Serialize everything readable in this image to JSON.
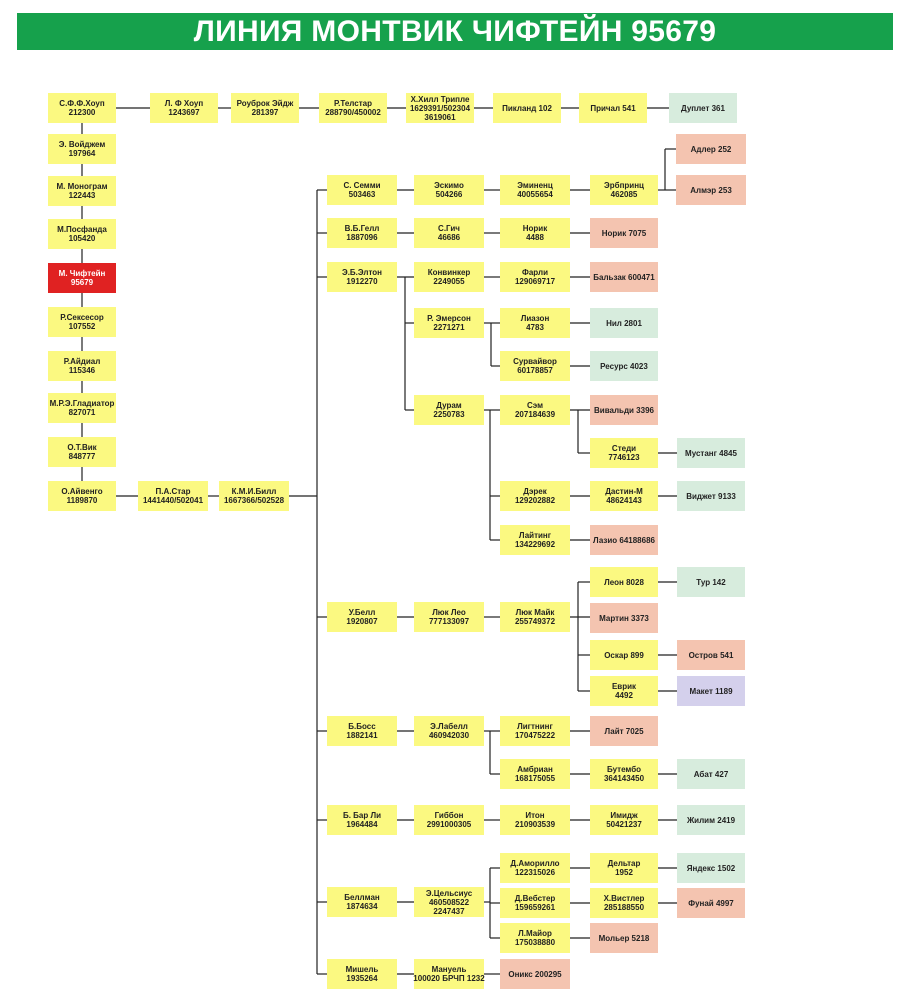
{
  "title": "ЛИНИЯ МОНТВИК ЧИФТЕЙН 95679",
  "colors": {
    "banner": "#16a14c",
    "yellow": "#fbf981",
    "red": "#e02222",
    "pink": "#f4c4b0",
    "mint": "#d7ecdd",
    "lavender": "#d4d0ec",
    "line": "#222222"
  },
  "nodes": {
    "n1": {
      "name": "С.Ф.Ф.Хоуп",
      "id": "212300"
    },
    "n2": {
      "name": "Л. Ф Хоуп",
      "id": "1243697"
    },
    "n3": {
      "name": "Роуброк Эйдж",
      "id": "281397"
    },
    "n4": {
      "name": "Р.Телстар",
      "id": "288790/450002"
    },
    "n5": {
      "name": "Х.Хилл Трипле",
      "id": "1629391/502304",
      "id2": "3619061"
    },
    "n6": {
      "name": "Пикланд 102"
    },
    "n7": {
      "name": "Причал 541"
    },
    "n8": {
      "name": "Дуплет 361"
    },
    "n9": {
      "name": "Э. Войджем",
      "id": "197964"
    },
    "n10": {
      "name": "М. Монограм",
      "id": "122443"
    },
    "n11": {
      "name": "М.Посфанда",
      "id": "105420"
    },
    "n12": {
      "name": "М. Чифтейн",
      "id": "95679"
    },
    "n13": {
      "name": "Р.Сексесор",
      "id": "107552"
    },
    "n14": {
      "name": "Р.Айдиал",
      "id": "115346"
    },
    "n15": {
      "name": "М.Р.Э.Гладиатор",
      "id": "827071"
    },
    "n16": {
      "name": "О.Т.Вик",
      "id": "848777"
    },
    "n17": {
      "name": "О.Айвенго",
      "id": "1189870"
    },
    "n18": {
      "name": "П.А.Стар",
      "id": "1441440/502041"
    },
    "n19": {
      "name": "К.М.И.Билл",
      "id": "1667366/502528"
    },
    "n20": {
      "name": "С. Семми",
      "id": "503463"
    },
    "n21": {
      "name": "Эскимо",
      "id": "504266"
    },
    "n22": {
      "name": "Эминенц",
      "id": "40055654"
    },
    "n23": {
      "name": "Эрбпринц",
      "id": "462085"
    },
    "n24": {
      "name": "Адлер 252"
    },
    "n25": {
      "name": "Алмэр 253"
    },
    "n26": {
      "name": "В.Б.Гелл",
      "id": "1887096"
    },
    "n27": {
      "name": "С.Гич",
      "id": "46686"
    },
    "n28": {
      "name": "Норик",
      "id": "4488"
    },
    "n29": {
      "name": "Норик 7075"
    },
    "n30": {
      "name": "Э.Б.Элтон",
      "id": "1912270"
    },
    "n31": {
      "name": "Конвинкер",
      "id": "2249055"
    },
    "n32": {
      "name": "Фарли",
      "id": "129069717"
    },
    "n33": {
      "name": "Бальзак 600471"
    },
    "n34": {
      "name": "Р. Эмерсон",
      "id": "2271271"
    },
    "n35": {
      "name": "Лиазон",
      "id": "4783"
    },
    "n36": {
      "name": "Нил 2801"
    },
    "n37": {
      "name": "Сурвайвор",
      "id": "60178857"
    },
    "n38": {
      "name": "Ресурс 4023"
    },
    "n39": {
      "name": "Дурам",
      "id": "2250783"
    },
    "n40": {
      "name": "Сэм",
      "id": "207184639"
    },
    "n41": {
      "name": "Вивальди 3396"
    },
    "n42": {
      "name": "Стеди",
      "id": "7746123"
    },
    "n43": {
      "name": "Мустанг 4845"
    },
    "n44": {
      "name": "Дэрек",
      "id": "129202882"
    },
    "n45": {
      "name": "Дастин-М",
      "id": "48624143"
    },
    "n46": {
      "name": "Виджет 9133"
    },
    "n47": {
      "name": "Лайтинг",
      "id": "134229692"
    },
    "n48": {
      "name": "Лазио 64188686"
    },
    "n49": {
      "name": "У.Белл",
      "id": "1920807"
    },
    "n50": {
      "name": "Люк Лео",
      "id": "777133097"
    },
    "n51": {
      "name": "Люк Майк",
      "id": "255749372"
    },
    "n52": {
      "name": "Леон 8028"
    },
    "n53": {
      "name": "Тур 142"
    },
    "n54": {
      "name": "Мартин 3373"
    },
    "n55": {
      "name": "Оскар 899"
    },
    "n56": {
      "name": "Остров 541"
    },
    "n57": {
      "name": "Еврик",
      "id": "4492"
    },
    "n58": {
      "name": "Макет 1189"
    },
    "n59": {
      "name": "Б.Босс",
      "id": "1882141"
    },
    "n60": {
      "name": "Э.Лабелл",
      "id": "460942030"
    },
    "n61": {
      "name": "Лигтнинг",
      "id": "170475222"
    },
    "n62": {
      "name": "Лайт 7025"
    },
    "n63": {
      "name": "Амбриан",
      "id": "168175055"
    },
    "n64": {
      "name": "Бутембо",
      "id": "364143450"
    },
    "n65": {
      "name": "Абат 427"
    },
    "n66": {
      "name": "Б. Бар Ли",
      "id": "1964484"
    },
    "n67": {
      "name": "Гиббон",
      "id": "2991000305"
    },
    "n68": {
      "name": "Итон",
      "id": "210903539"
    },
    "n69": {
      "name": "Имидж",
      "id": "50421237"
    },
    "n70": {
      "name": "Жилим 2419"
    },
    "n71": {
      "name": "Беллман",
      "id": "1874634"
    },
    "n72": {
      "name": "Э.Цельсиус",
      "id": "460508522",
      "id2": "2247437"
    },
    "n73": {
      "name": "Д.Аморилло",
      "id": "122315026"
    },
    "n74": {
      "name": "Дельтар",
      "id": "1952"
    },
    "n75": {
      "name": "Яндекс 1502"
    },
    "n76": {
      "name": "Д.Вебстер",
      "id": "159659261"
    },
    "n77": {
      "name": "Х.Вистлер",
      "id": "285188550"
    },
    "n78": {
      "name": "Фунай 4997"
    },
    "n79": {
      "name": "Л.Майор",
      "id": "175038880"
    },
    "n80": {
      "name": "Мольер 5218"
    },
    "n81": {
      "name": "Мишель",
      "id": "1935264"
    },
    "n82": {
      "name": "Мануель",
      "id": "100020 БРЧП 1232"
    },
    "n83": {
      "name": "Оникс 200295"
    }
  }
}
